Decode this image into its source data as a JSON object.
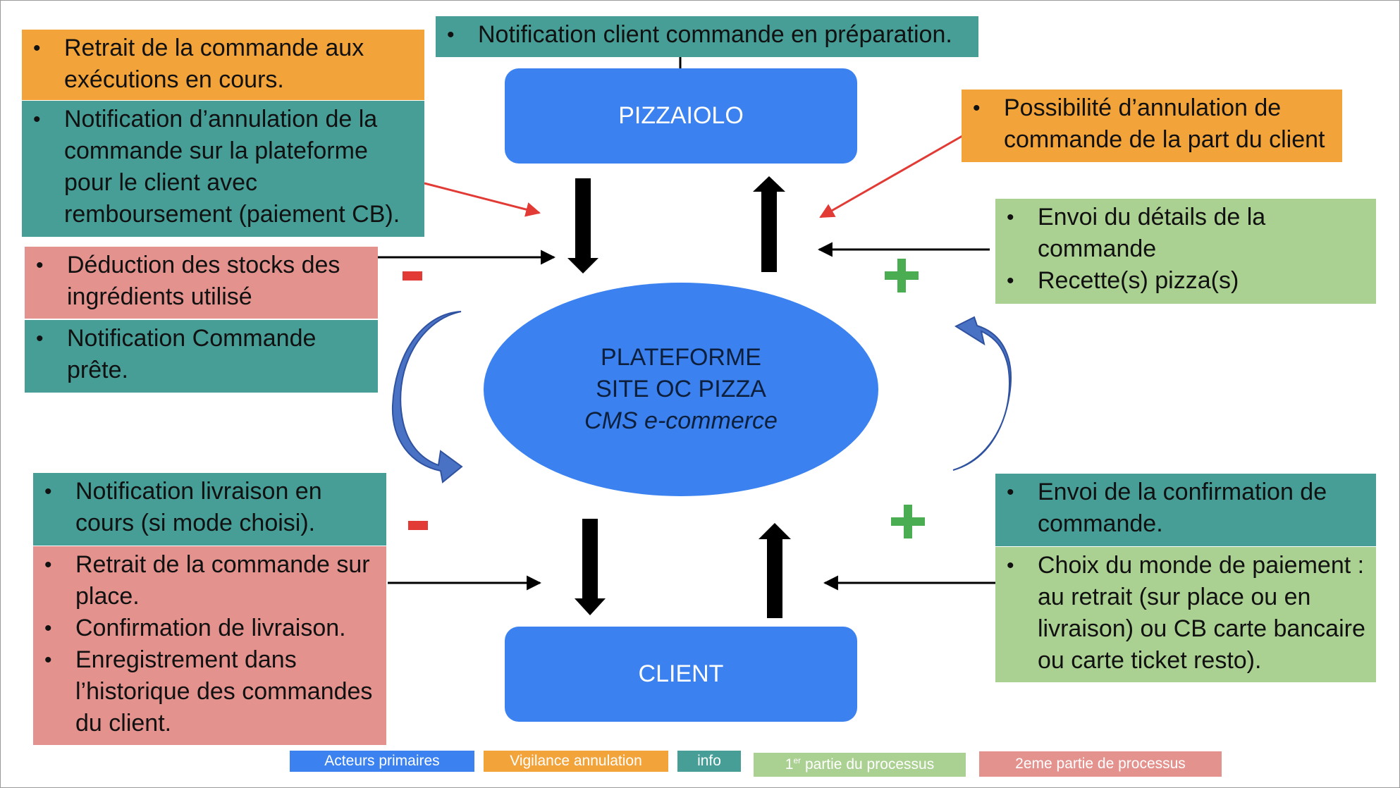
{
  "actors": {
    "pizzaiolo": "PIZZAIOLO",
    "client": "CLIENT"
  },
  "platform": {
    "line1": "PLATEFORME",
    "line2": "SITE OC PIZZA",
    "line3": "CMS e-commerce"
  },
  "boxes": {
    "top_notification": "Notification client commande en préparation.",
    "retrait_execution": "Retrait de la commande aux exécutions en cours.",
    "notif_annulation": "Notification d’annulation de la commande sur la plateforme pour le client avec remboursement (paiement CB).",
    "possibilite_annulation": "Possibilité d’annulation de commande de la part du client",
    "envoi_details": "Envoi du détails de la commande",
    "recettes": "Recette(s) pizza(s)",
    "deduction_stocks": "Déduction des stocks des ingrédients utilisé",
    "notif_prete": "Notification Commande prête.",
    "notif_livraison": "Notification livraison en cours (si mode choisi).",
    "retrait_place": "Retrait de la commande sur place.",
    "confirmation_livraison": "Confirmation de livraison.",
    "enregistrement": "Enregistrement dans l’historique des commandes du client.",
    "envoi_confirmation": "Envoi de la confirmation de commande.",
    "choix_paiement": "Choix du monde de paiement : au retrait (sur place ou en livraison) ou CB carte bancaire ou carte ticket resto)."
  },
  "legend": {
    "acteurs": "Acteurs primaires",
    "vigilance": "Vigilance annulation",
    "info": "info",
    "partie1_num": "1",
    "partie1_sup": "er",
    "partie1_text": " partie du processus",
    "partie2": "2eme partie de processus"
  },
  "colors": {
    "primary_actor": "#3b82f0",
    "vigilance": "#f2a33a",
    "info": "#469e97",
    "first_part": "#abd192",
    "second_part": "#e3928e",
    "minus": "#e23a35",
    "plus": "#4aad52",
    "cycle_arrow": "#4a72c4"
  }
}
